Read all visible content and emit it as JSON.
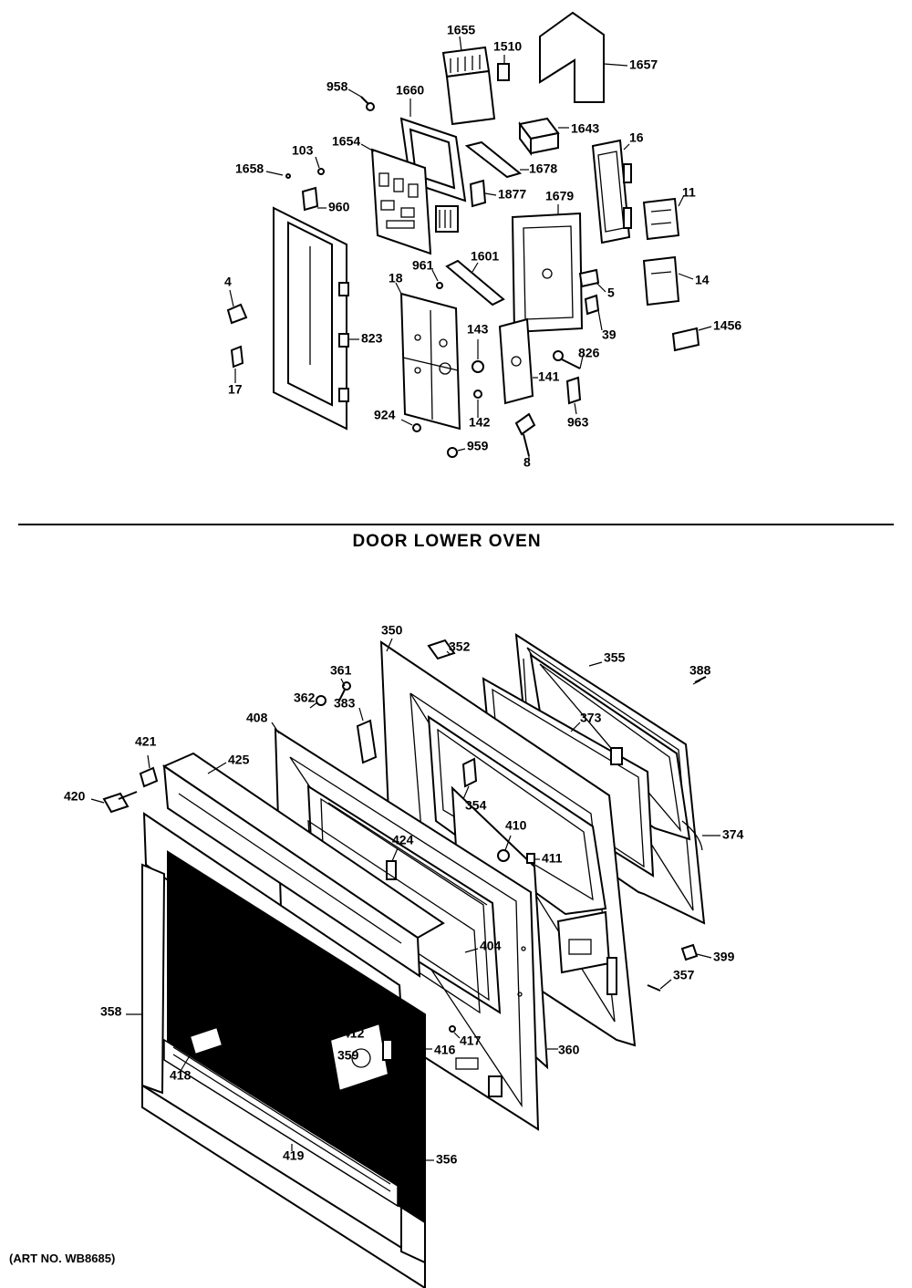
{
  "section_title": "DOOR LOWER OVEN",
  "art_number": "(ART NO. WB8685)",
  "upper_labels": [
    "1655",
    "1510",
    "1657",
    "958",
    "1660",
    "1643",
    "16",
    "103",
    "1654",
    "1678",
    "1658",
    "960",
    "1877",
    "1679",
    "11",
    "961",
    "1601",
    "4",
    "18",
    "823",
    "5",
    "14",
    "143",
    "39",
    "1456",
    "826",
    "17",
    "141",
    "924",
    "142",
    "963",
    "959",
    "8"
  ],
  "lower_labels": [
    "350",
    "352",
    "355",
    "388",
    "361",
    "362",
    "408",
    "383",
    "373",
    "421",
    "425",
    "354",
    "374",
    "420",
    "410",
    "411",
    "424",
    "399",
    "404",
    "357",
    "358",
    "417",
    "360",
    "412",
    "359",
    "416",
    "418",
    "419",
    "356"
  ]
}
